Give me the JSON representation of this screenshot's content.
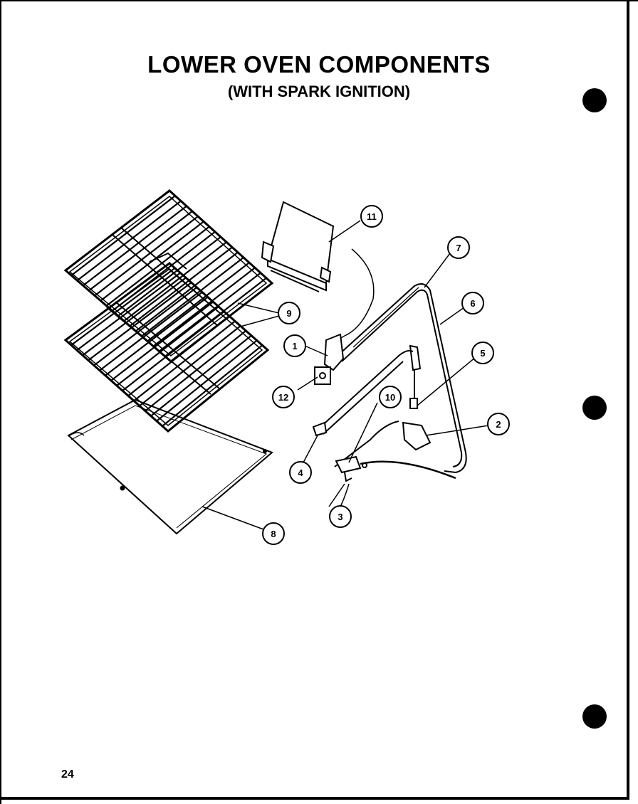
{
  "header": {
    "title": "LOWER OVEN COMPONENTS",
    "subtitle": "(WITH SPARK IGNITION)"
  },
  "footer": {
    "page_number": "24"
  },
  "callouts": [
    "1",
    "2",
    "3",
    "4",
    "5",
    "6",
    "7",
    "8",
    "9",
    "10",
    "11",
    "12"
  ]
}
